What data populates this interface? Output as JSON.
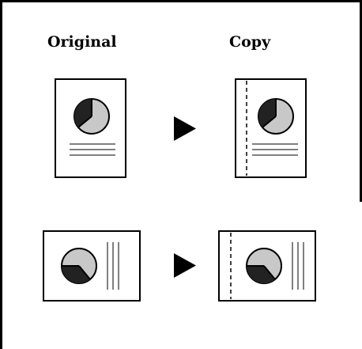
{
  "headings": {
    "original": "Original",
    "copy": "Copy"
  },
  "icons": {
    "arrow": "play-triangle-icon",
    "pie": "pie-chart-icon",
    "margin_line": "dashed-margin-line"
  },
  "colors": {
    "ink": "#000000",
    "pie_fill": "#c8c8c8",
    "text_lines": "#808080",
    "paper": "#ffffff"
  }
}
